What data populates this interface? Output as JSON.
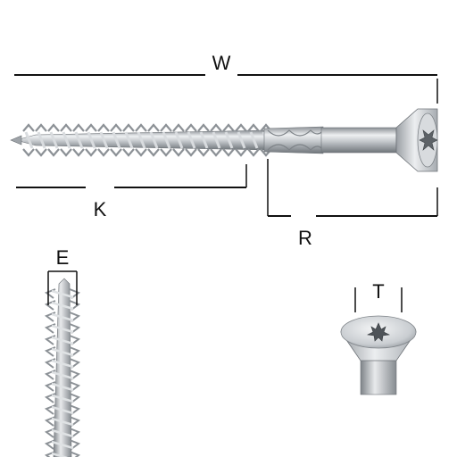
{
  "figure": {
    "labels": {
      "w": "W",
      "k": "K",
      "r": "R",
      "e": "E",
      "t": "T"
    },
    "colors": {
      "line": "#111111",
      "metal_light": "#e4e6e8",
      "metal_mid": "#b9bdc1",
      "metal_dark": "#7d8287",
      "background": "#ffffff"
    },
    "icons": {
      "screw_side_view": "screw-side-view",
      "thread_detail": "thread-detail",
      "head_detail": "torx-head-detail"
    }
  }
}
